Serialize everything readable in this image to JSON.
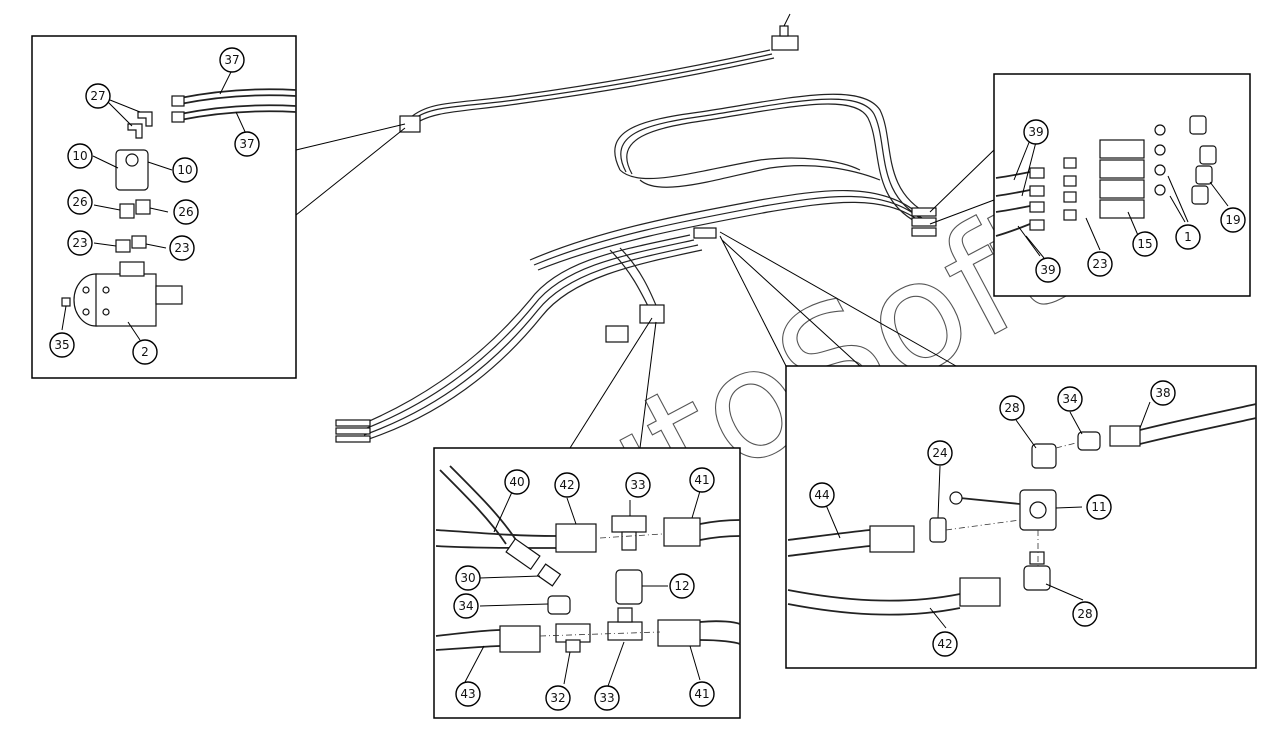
{
  "watermark": "AutoSoft",
  "callouts": {
    "left_detail": [
      "37",
      "37",
      "27",
      "10",
      "10",
      "26",
      "26",
      "23",
      "23",
      "35",
      "2"
    ],
    "right_detail": [
      "39",
      "39",
      "23",
      "15",
      "1",
      "19"
    ],
    "center_detail": [
      "40",
      "42",
      "33",
      "41",
      "30",
      "12",
      "34",
      "43",
      "32",
      "33",
      "41"
    ],
    "lower_right_detail": [
      "28",
      "34",
      "38",
      "44",
      "24",
      "11",
      "28",
      "42"
    ]
  }
}
